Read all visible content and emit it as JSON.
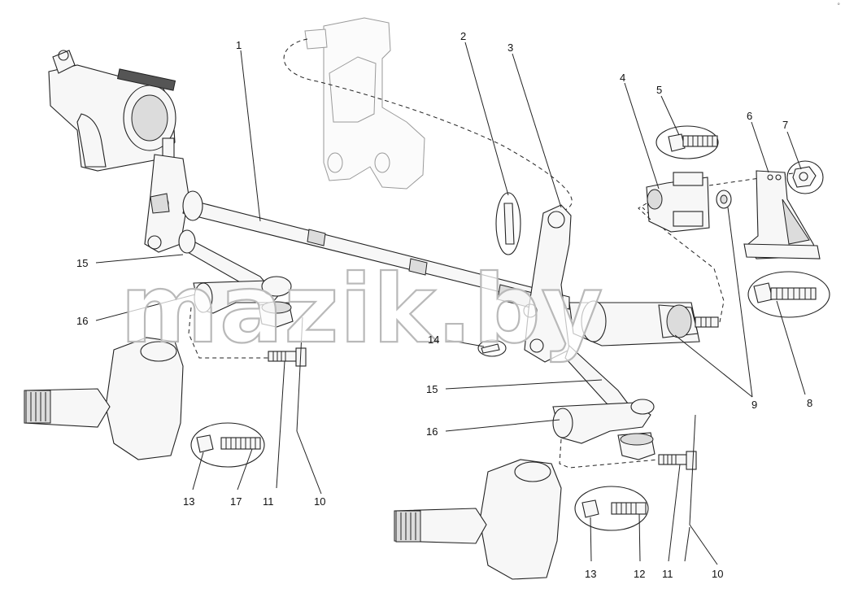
{
  "labels": {
    "l1": "1",
    "l2": "2",
    "l3": "3",
    "l4": "4",
    "l5": "5",
    "l6": "6",
    "l7": "7",
    "l8": "8",
    "l9": "9",
    "l10a": "10",
    "l10b": "10",
    "l11a": "11",
    "l11b": "11",
    "l12": "12",
    "l13a": "13",
    "l13b": "13",
    "l14": "14",
    "l15a": "15",
    "l15b": "15",
    "l16a": "16",
    "l16b": "16",
    "l17": "17"
  },
  "watermark": "mazik.by",
  "corner_mark": "°"
}
